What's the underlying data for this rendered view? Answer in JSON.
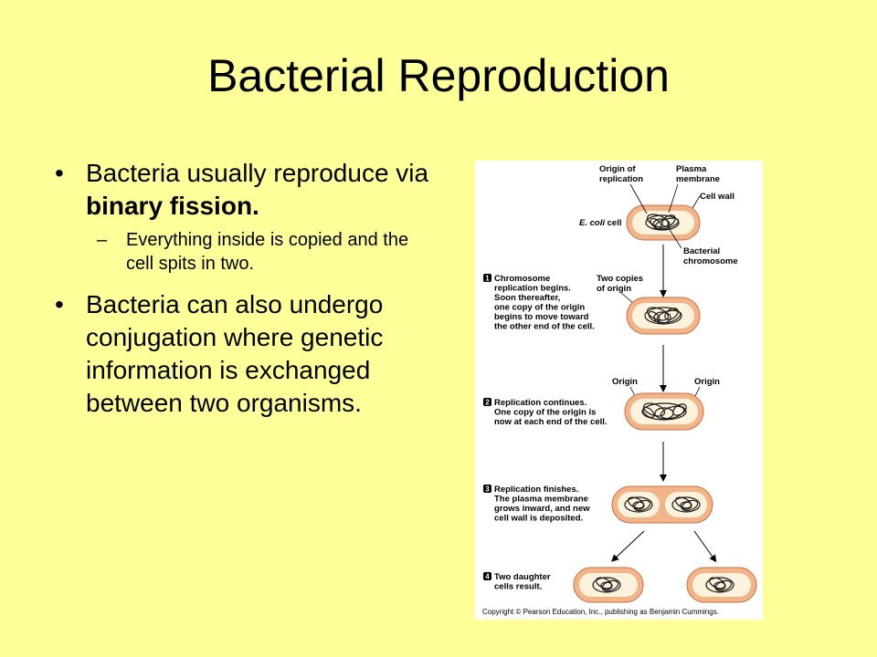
{
  "slide": {
    "title": "Bacterial Reproduction",
    "bullet1": {
      "text": "Bacteria usually reproduce via ",
      "bold": "binary fission."
    },
    "sub_bullet": "Everything inside is copied and the cell spits in two.",
    "bullet2": "Bacteria can also undergo conjugation where genetic information is exchanged between two organisms.",
    "bullet_glyph": "•",
    "dash_glyph": "–"
  },
  "figure": {
    "labels": {
      "origin_of_replication": [
        "Origin of",
        "replication"
      ],
      "plasma_membrane": [
        "Plasma",
        "membrane"
      ],
      "cell_wall": "Cell wall",
      "ecoli_italic": "E. coli",
      "ecoli_rest": " cell",
      "bacterial_chromosome": [
        "Bacterial",
        "chromosome"
      ],
      "two_copies": [
        "Two copies",
        "of origin"
      ],
      "origin_left": "Origin",
      "origin_right": "Origin"
    },
    "steps": [
      {
        "number": "1",
        "lines": [
          "Chromosome",
          "replication begins.",
          "Soon thereafter,",
          "one copy of the origin",
          "begins to move toward",
          "the other end of the cell."
        ]
      },
      {
        "number": "2",
        "lines": [
          "Replication continues.",
          "One copy of the origin is",
          "now at each end of the cell."
        ]
      },
      {
        "number": "3",
        "lines": [
          "Replication finishes.",
          "The plasma membrane",
          "grows inward, and new",
          "cell wall is deposited."
        ]
      },
      {
        "number": "4",
        "lines": [
          "Two daughter",
          "cells result."
        ]
      }
    ],
    "copyright": "Copyright © Pearson Education, Inc., publishing as Benjamin Cummings.",
    "colors": {
      "cell_wall": "#f2b489",
      "cell_wall_edge": "#c96f45",
      "membrane": "#fdf3dd",
      "chromosome": "#1a1a1a"
    }
  }
}
